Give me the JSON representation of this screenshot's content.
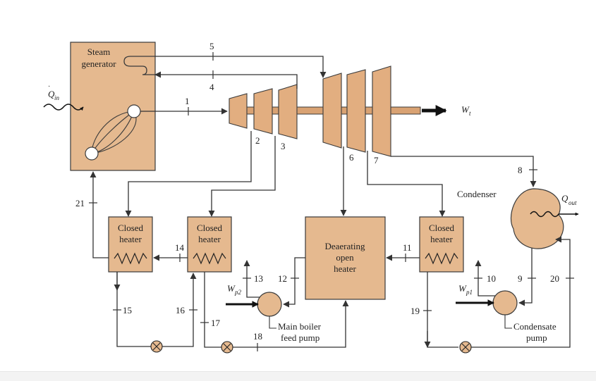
{
  "labels": {
    "steam_generator_line1": "Steam",
    "steam_generator_line2": "generator",
    "q_in": "Q",
    "q_in_sub": "in",
    "w_t": "W",
    "w_t_sub": "t",
    "q_out": "Q",
    "q_out_sub": "out",
    "condenser": "Condenser",
    "closed_heater_line1": "Closed",
    "closed_heater_line2": "heater",
    "deaerating_line1": "Deaerating",
    "deaerating_line2": "open",
    "deaerating_line3": "heater",
    "w_p2": "W",
    "w_p2_sub": "p2",
    "w_p1": "W",
    "w_p1_sub": "p1",
    "main_pump_line1": "Main boiler",
    "main_pump_line2": "feed pump",
    "condensate_pump_line1": "Condensate",
    "condensate_pump_line2": "pump"
  },
  "states": [
    "1",
    "2",
    "3",
    "4",
    "5",
    "6",
    "7",
    "8",
    "9",
    "10",
    "11",
    "12",
    "13",
    "14",
    "15",
    "16",
    "17",
    "18",
    "19",
    "20",
    "21"
  ],
  "colors": {
    "component_fill": "#e5b98f",
    "line": "#333333"
  }
}
